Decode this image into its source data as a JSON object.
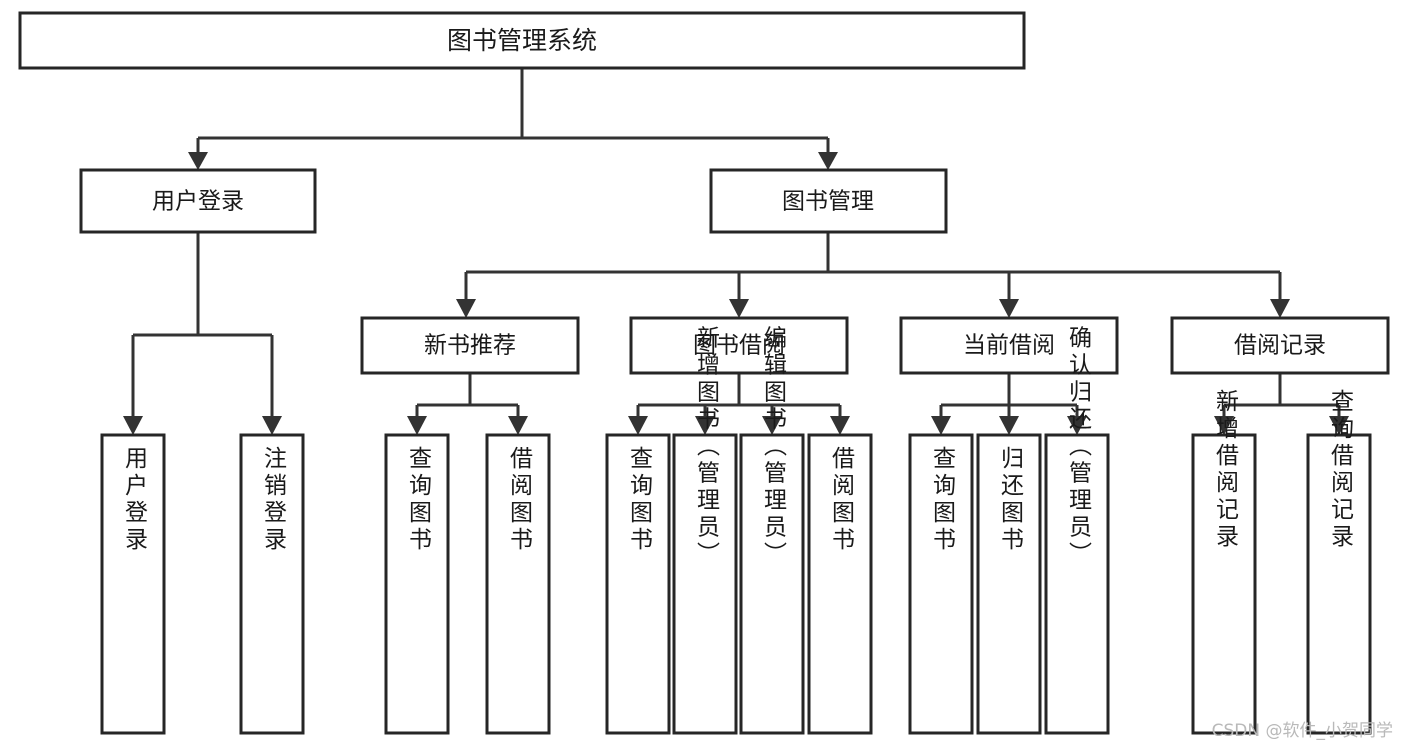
{
  "diagram": {
    "title": "图书管理系统",
    "type": "tree-hierarchy-chart",
    "colors": {
      "box_stroke": "#262626",
      "box_fill": "#ffffff",
      "connector": "#333333",
      "label_text": "#1a1a1a",
      "watermark_text": "#b9b9b9",
      "background": "#ffffff"
    },
    "root": {
      "label": "图书管理系统"
    },
    "level2": [
      {
        "label": "用户登录"
      },
      {
        "label": "图书管理"
      }
    ],
    "level3": [
      {
        "label": "新书推荐"
      },
      {
        "label": "图书借阅"
      },
      {
        "label": "当前借阅"
      },
      {
        "label": "借阅记录"
      }
    ],
    "leaves": {
      "user_login": [
        {
          "label": "用户登录"
        },
        {
          "label": "注销登录"
        }
      ],
      "new_book_recommend": [
        {
          "label": "查询图书"
        },
        {
          "label": "借阅图书"
        }
      ],
      "book_borrow": [
        {
          "label": "查询图书"
        },
        {
          "label": "新增图书（管理员）"
        },
        {
          "label": "编辑图书（管理员）"
        },
        {
          "label": "借阅图书"
        }
      ],
      "current_borrow": [
        {
          "label": "查询图书"
        },
        {
          "label": "归还图书"
        },
        {
          "label": "确认归还（管理员）"
        }
      ],
      "borrow_record": [
        {
          "label": "新增借阅记录"
        },
        {
          "label": "查询借阅记录"
        }
      ]
    }
  },
  "watermark": {
    "text": "CSDN @软件_小贺同学"
  }
}
